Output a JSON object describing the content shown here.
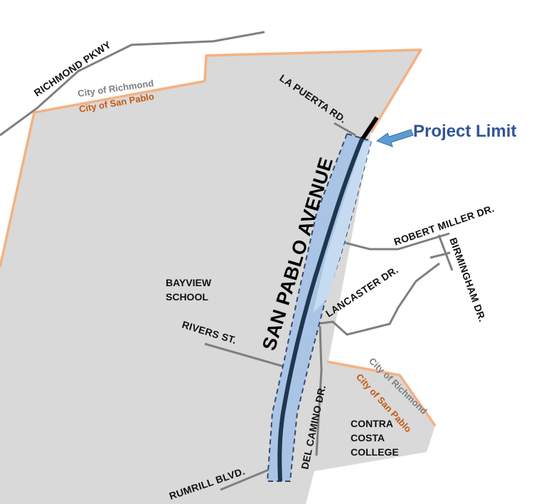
{
  "map": {
    "colors": {
      "city_area": "#d9d9d9",
      "city_boundary": "#f4b183",
      "street_line": "#7f7f7f",
      "project_corridor_fill": "#a9c4e4",
      "project_corridor_light": "#c6dbf1",
      "project_corridor_dash": "#3a4a6b",
      "main_street_line": "#1f3650",
      "project_arrow": "#5b9bd5",
      "project_label": "#2f5597"
    },
    "streets": {
      "richmond_pkwy": "RICHMOND PKWY",
      "la_puerta": "LA PUERTA RD.",
      "robert_miller": "ROBERT MILLER DR.",
      "birmingham": "BIRMINGHAM DR.",
      "lancaster": "LANCASTER DR.",
      "rivers": "RIVERS ST.",
      "del_camino": "DEL CAMINO DR.",
      "rumrill": "RUMRILL BLVD."
    },
    "main_street": "SAN PABLO AVENUE",
    "places": {
      "bayview_line1": "BAYVIEW",
      "bayview_line2": "SCHOOL",
      "college_line1": "CONTRA",
      "college_line2": "COSTA",
      "college_line3": "COLLEGE"
    },
    "boundaries": {
      "richmond_north": "City of Richmond",
      "san_pablo_north": "City of San Pablo",
      "richmond_south": "City of Richmond",
      "san_pablo_south": "City of San Pablo"
    },
    "project_limit_label": "Project Limit"
  }
}
